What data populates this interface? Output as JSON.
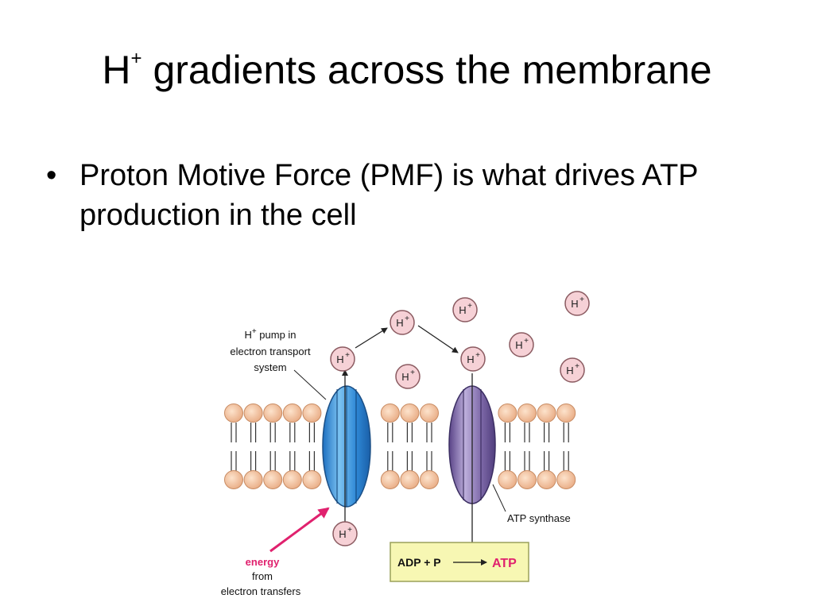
{
  "slide": {
    "title_prefix": "H",
    "title_superscript": "+",
    "title_rest": " gradients across the membrane",
    "bullet_symbol": "•",
    "bullet_text": "Proton Motive Force (PMF) is what drives ATP production in the cell"
  },
  "diagram": {
    "pump_label_symbol": "H",
    "pump_label_superscript": "+",
    "pump_label_line1_rest": " pump in",
    "pump_label_line2": "electron transport",
    "pump_label_line3": "system",
    "synthase_label": "ATP synthase",
    "energy_label": "energy",
    "energy_from": "from",
    "energy_source": "electron transfers",
    "reaction_reactants": "ADP + P",
    "reaction_product": "ATP",
    "proton_symbol": "H",
    "proton_charge": "+",
    "colors": {
      "proton_fill": "#f6d1d6",
      "lipid_head": "#f2c29a",
      "pump_protein": "#4a9fe0",
      "synthase_protein": "#8c76b4",
      "energy_arrow": "#e0216e",
      "energy_text": "#e0216e",
      "atp_text": "#e0216e",
      "reaction_box": "#f7f7b3"
    }
  }
}
